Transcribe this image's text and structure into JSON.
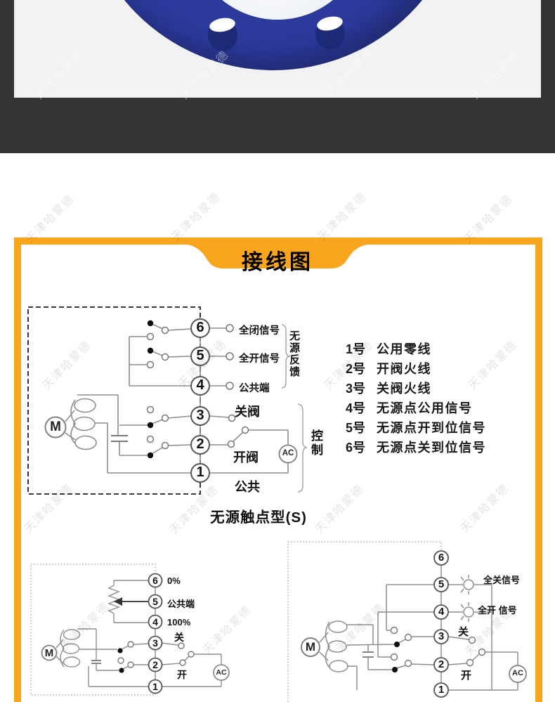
{
  "watermark": {
    "text": "天津哈蒙德"
  },
  "banner": {
    "title": "接线图"
  },
  "terminals": [
    "6",
    "5",
    "4",
    "3",
    "2",
    "1"
  ],
  "diagram1": {
    "motor": "M",
    "ac": "AC",
    "signal_labels": [
      "全闭信号",
      "全开信号",
      "公共端"
    ],
    "feedback_group": "无源反馈",
    "close_valve": "关阀",
    "open_valve": "开阀",
    "common": "公共",
    "control_group": "控制",
    "caption": "无源触点型(S)"
  },
  "terminal_notes": [
    {
      "no": "1号",
      "desc": "公用零线"
    },
    {
      "no": "2号",
      "desc": "开阀火线"
    },
    {
      "no": "3号",
      "desc": "关阀火线"
    },
    {
      "no": "4号",
      "desc": "无源点公用信号"
    },
    {
      "no": "5号",
      "desc": "无源点开到位信号"
    },
    {
      "no": "6号",
      "desc": "无源点关到位信号"
    }
  ],
  "diagram2": {
    "motor": "M",
    "ac": "AC",
    "pot_labels": [
      "0%",
      "公共端",
      "100%"
    ],
    "close": "关",
    "open": "开"
  },
  "diagram3": {
    "motor": "M",
    "ac": "AC",
    "closed_signal": "全关信号",
    "open_signal": "全开 信号",
    "close": "关",
    "open": "开"
  },
  "colors": {
    "accent_orange": "#faa51e",
    "band_dark": "#343434",
    "valve_blue": "#2c3a9c"
  }
}
